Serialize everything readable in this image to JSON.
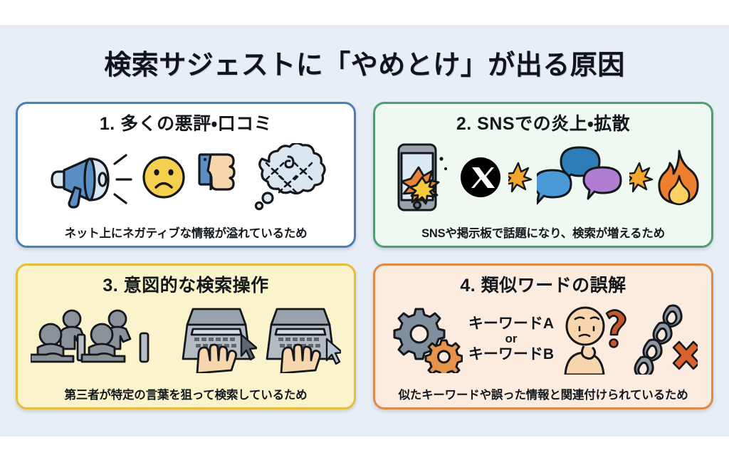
{
  "page": {
    "background_color": "#e8eef6",
    "frame_color": "#ffffff"
  },
  "header": {
    "title": "検索サジェストに「やめとけ」が出る原因"
  },
  "cards": [
    {
      "id": "card-1",
      "number": "1.",
      "title": "1. 多くの悪評・口コミ",
      "caption": "ネット上にネガティブな情報が溢れているため",
      "border_color": "#4a7fb5",
      "background_color": "#ffffff",
      "icons": [
        "megaphone-icon",
        "sad-face-icon",
        "thumbs-down-icon",
        "thought-cloud-icon"
      ]
    },
    {
      "id": "card-2",
      "number": "2.",
      "title": "2. SNSでの炎上・拡散",
      "caption": "SNSや掲示板で話題になり、検索が増えるため",
      "border_color": "#4f9e74",
      "background_color": "#eff9f1",
      "icons": [
        "smartphone-explosion-icon",
        "x-logo-icon",
        "speech-bubble-icon",
        "flame-icon"
      ]
    },
    {
      "id": "card-3",
      "number": "3.",
      "title": "3. 意図的な検索操作",
      "caption": "第三者が特定の言葉を狙って検索しているため",
      "border_color": "#e7bd39",
      "background_color": "#faf3cc",
      "icons": [
        "people-at-computers-icon",
        "laptop-typing-icon",
        "cursor-icon"
      ]
    },
    {
      "id": "card-4",
      "number": "4.",
      "title": "4. 類似ワードの誤解",
      "caption": "似たキーワードや誤った情報と関連付けられているため",
      "border_color": "#e08a45",
      "background_color": "#fcece0",
      "icons": [
        "gears-icon",
        "thinking-person-icon",
        "question-mark-icon",
        "broken-chain-icon",
        "x-mark-icon"
      ],
      "keyword_block": {
        "line1": "キーワードA",
        "or": "or",
        "line2": "キーワードB"
      }
    }
  ],
  "palette": {
    "blue": "#5b8fc4",
    "light_blue": "#dbe8f4",
    "green": "#4f9e74",
    "yellow": "#f5d04e",
    "gold": "#e7bd39",
    "orange": "#e8833a",
    "purple": "#b07ed0",
    "gray": "#8a9199",
    "skin": "#f7d6ae",
    "ink": "#14181d"
  }
}
